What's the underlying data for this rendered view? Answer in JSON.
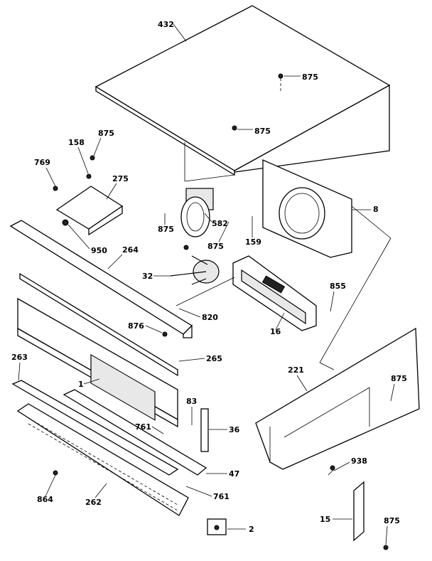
{
  "labels": {
    "l432": "432",
    "l875a": "875",
    "l875b": "875",
    "l158": "158",
    "l875c": "875",
    "l769": "769",
    "l275": "275",
    "l875d": "875",
    "l582": "582",
    "l8": "8",
    "l875e": "875",
    "l159": "159",
    "l950": "950",
    "l264": "264",
    "l32": "32",
    "l855": "855",
    "l820": "820",
    "l876": "876",
    "l16": "16",
    "l263": "263",
    "l265": "265",
    "l221": "221",
    "l875f": "875",
    "l1": "1",
    "l83": "83",
    "l761a": "761",
    "l36": "36",
    "l47": "47",
    "l938": "938",
    "l864": "864",
    "l262": "262",
    "l761b": "761",
    "l2": "2",
    "l15": "15",
    "l875g": "875"
  }
}
